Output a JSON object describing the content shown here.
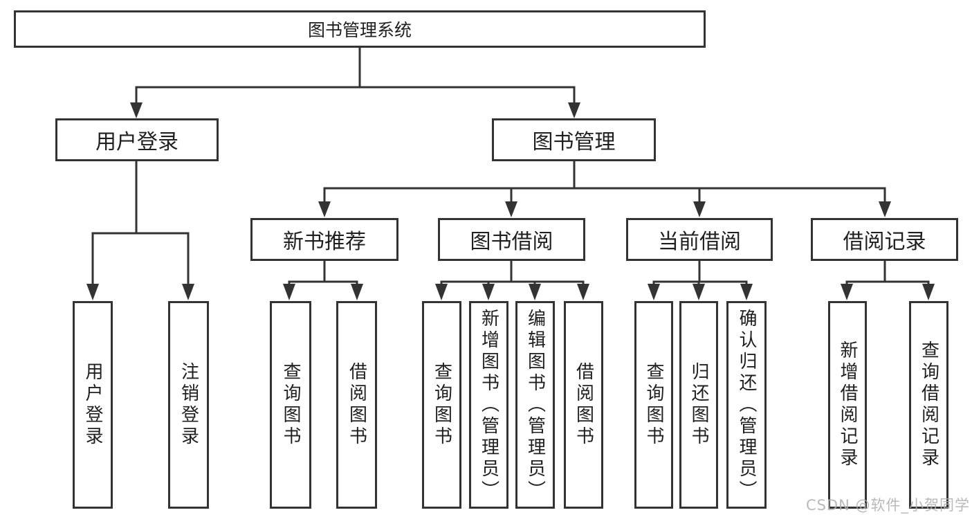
{
  "diagram": {
    "type": "hierarchy-tree",
    "title": "图书管理系统",
    "root": {
      "label": "图书管理系统"
    },
    "branches": [
      {
        "label": "用户登录",
        "children": [
          {
            "label": "用户登录"
          },
          {
            "label": "注销登录"
          }
        ]
      },
      {
        "label": "图书管理",
        "children": [
          {
            "label": "新书推荐",
            "children": [
              {
                "label": "查询图书"
              },
              {
                "label": "借阅图书"
              }
            ]
          },
          {
            "label": "图书借阅",
            "children": [
              {
                "label": "查询图书"
              },
              {
                "label": "新增图书（管理员）"
              },
              {
                "label": "编辑图书（管理员）"
              },
              {
                "label": "借阅图书"
              }
            ]
          },
          {
            "label": "当前借阅",
            "children": [
              {
                "label": "查询图书"
              },
              {
                "label": "归还图书"
              },
              {
                "label": "确认归还（管理员）"
              }
            ]
          },
          {
            "label": "借阅记录",
            "children": [
              {
                "label": "新增借阅记录"
              },
              {
                "label": "查询借阅记录"
              }
            ]
          }
        ]
      }
    ]
  },
  "watermark": {
    "text": "CSDN @软件_小贺同学"
  },
  "colors": {
    "line": "#333333",
    "box_border": "#333333",
    "text": "#1f1f1f",
    "background": "#ffffff",
    "watermark": "#afafaf"
  }
}
